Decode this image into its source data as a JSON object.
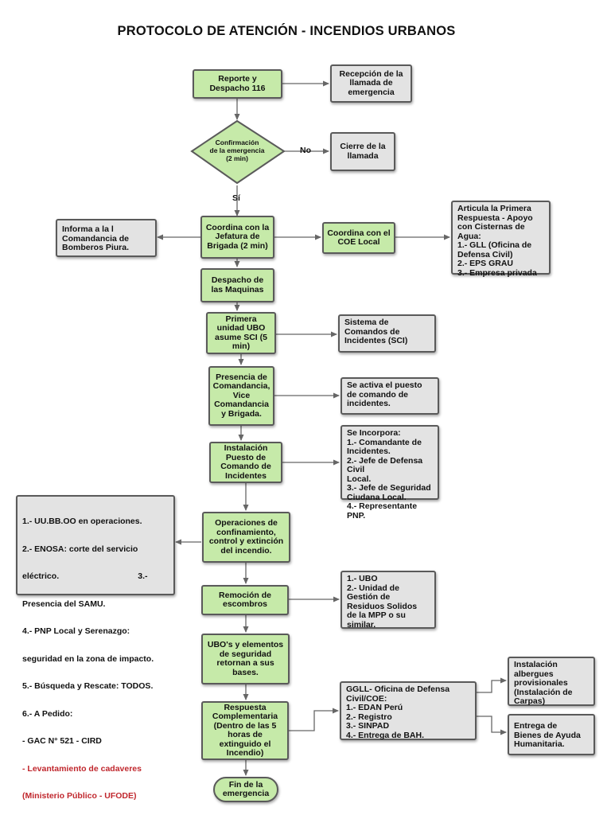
{
  "title": "PROTOCOLO DE ATENCIÓN - INCENDIOS URBANOS",
  "nodes": {
    "reporte": "Reporte y Despacho 116",
    "recepcion": "Recepción de la llamada de emergencia",
    "confirmacion": [
      "Confirmación",
      "de la emergencia",
      "(2 min)"
    ],
    "cierre": "Cierre de la llamada",
    "label_no": "No",
    "label_si": "Sí",
    "informa": "Informa a la l Comandancia de Bomberos Piura.",
    "coordina_jefatura": "Coordina con la Jefatura de Brigada (2 min)",
    "coordina_coe": "Coordina con el COE Local",
    "articula": [
      "Articula la Primera",
      "Respuesta - Apoyo",
      "con Cisternas de",
      "Agua:",
      "1.- GLL (Oficina de",
      "Defensa Civil)",
      "2.- EPS GRAU",
      "3.- Empresa privada"
    ],
    "despacho": "Despacho de las Maquinas",
    "primera_unidad": "Primera unidad UBO asume SCI (5 min)",
    "sistema": "Sistema de Comandos de Incidentes (SCI)",
    "presencia": "Presencia de Comandancia, Vice Comandancia y Brigada.",
    "se_activa": "Se activa el puesto de comando de incidentes.",
    "instalacion": "Instalación Puesto de Comando de Incidentes",
    "se_incorpora": [
      "Se Incorpora:",
      "1.- Comandante de",
      "Incidentes.",
      "2.- Jefe de Defensa Civil",
      "Local.",
      "3.- Jefe de Seguridad",
      "Ciudana Local.",
      "4.- Representante PNP."
    ],
    "recursos": [
      "1.- UU.BB.OO en operaciones.",
      "2.- ENOSA: corte del servicio",
      "eléctrico.                                  3.-",
      "Presencia del SAMU.",
      "4.- PNP Local y Serenazgo:",
      "seguridad en la zona de impacto.",
      "5.- Búsqueda y Rescate: TODOS.",
      "6.- A Pedido:",
      "- GAC N° 521 - CIRD"
    ],
    "recursos_red": [
      "- Levantamiento de cadaveres",
      "(Ministerio Público - UFODE)"
    ],
    "operaciones": "Operaciones de confinamiento, control y extinción del incendio.",
    "remocion": "Remoción de escombros",
    "remocion_detalle": [
      "1.- UBO",
      "2.- Unidad de",
      "Gestión de",
      "Residuos Solidos",
      "de la MPP o su",
      "similar."
    ],
    "ubos": "UBO's y elementos de seguridad retornan a sus bases.",
    "respuesta": "Respuesta Complementaria (Dentro de las 5 horas de extinguido el Incendio)",
    "gll": [
      "GGLL- Oficina de Defensa",
      "Civil/COE:",
      "1.- EDAN Perú",
      "2.- Registro",
      "3.- SINPAD",
      "4.- Entrega de BAH."
    ],
    "albergues": [
      "Instalación",
      "albergues",
      "provisionales",
      "(Instalación de",
      "Carpas)"
    ],
    "bienes": [
      "Entrega de",
      "Bienes de Ayuda",
      "Humanitaria."
    ],
    "fin": "Fin de la emergencia"
  },
  "colors": {
    "process_fill": "#c6eaa9",
    "note_fill": "#e3e3e3",
    "border": "#5a5a5a",
    "highlight_text": "#c0272d"
  }
}
